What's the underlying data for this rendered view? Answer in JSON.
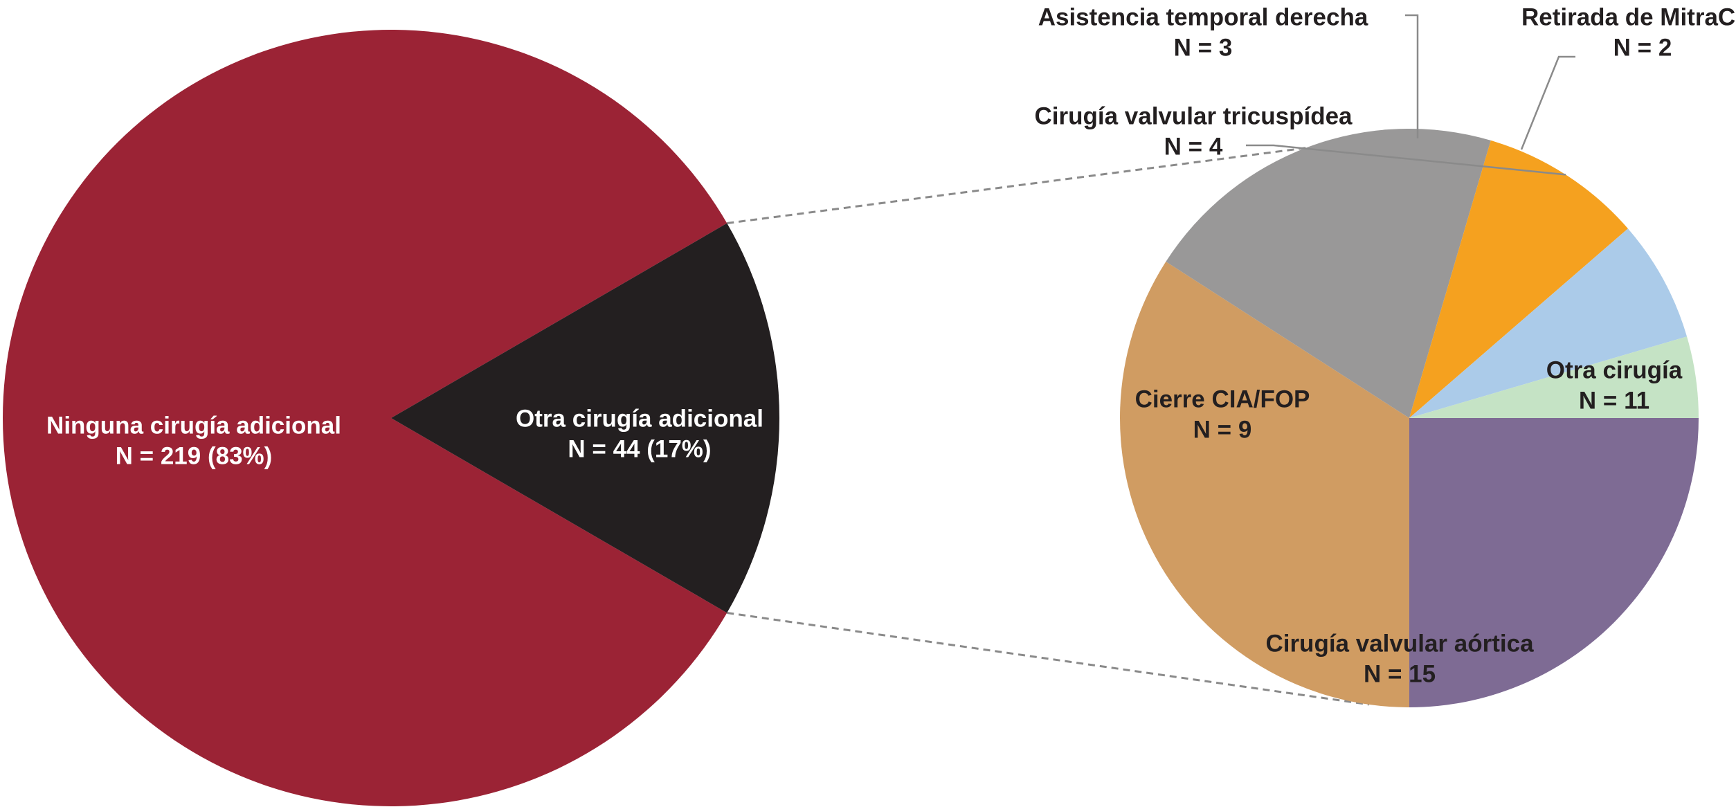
{
  "chart_data": {
    "type": "pie",
    "subtype": "pie-of-pie",
    "main": {
      "slices": [
        {
          "label": "Ninguna cirugía adicional",
          "n_text": "N =  219  (83%)",
          "value": 219,
          "percent": 83,
          "color": "#9b2335"
        },
        {
          "label": "Otra cirugía adicional",
          "n_text": "N = 44  (17%)",
          "value": 44,
          "percent": 17,
          "color": "#231f20"
        }
      ]
    },
    "breakdown": {
      "of": "Otra cirugía adicional",
      "slices": [
        {
          "label": "Otra cirugía",
          "n_text": "N = 11",
          "value": 11,
          "color": "#7e6b94"
        },
        {
          "label": "Cirugía valvular aórtica",
          "n_text": "N = 15",
          "value": 15,
          "color": "#d09c62"
        },
        {
          "label": "Cierre CIA/FOP",
          "n_text": "N = 9",
          "value": 9,
          "color": "#999898"
        },
        {
          "label": "Cirugía valvular tricuspídea",
          "n_text": "N = 4",
          "value": 4,
          "color": "#f5a11f"
        },
        {
          "label": "Asistencia temporal derecha",
          "n_text": "N =  3",
          "value": 3,
          "color": "#abcbe9"
        },
        {
          "label": "Retirada de  MitraClip",
          "n_text": "N = 2",
          "value": 2,
          "color": "#c5e3c5"
        }
      ]
    },
    "legend": "none",
    "label_color_on_dark": "#ffffff",
    "label_color_on_light": "#231f20",
    "connector_color": "#8a8a8a"
  }
}
